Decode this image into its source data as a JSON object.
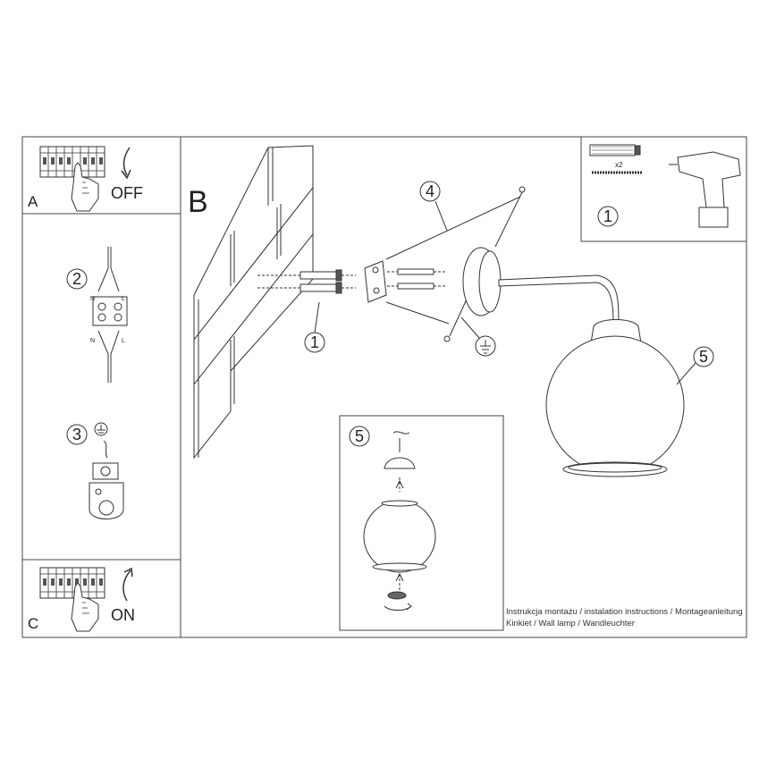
{
  "panels": {
    "a": {
      "letter": "A",
      "state": "OFF"
    },
    "b": {
      "letter": "B"
    },
    "c": {
      "letter": "C",
      "state": "ON"
    }
  },
  "steps": {
    "anchors": "1",
    "wiring": "2",
    "ground": "3",
    "mount_plate": "4",
    "shade": "5",
    "drill_kit": "1",
    "detail_shade": "5"
  },
  "wiring_labels": {
    "n": "N",
    "l": "L"
  },
  "kit": {
    "quantity": "x2"
  },
  "footer": {
    "line1": "Instrukcja montażu / instalation instructions / Montageanleitung",
    "line2": "Kinkiet / Wall lamp / Wandleuchter"
  }
}
